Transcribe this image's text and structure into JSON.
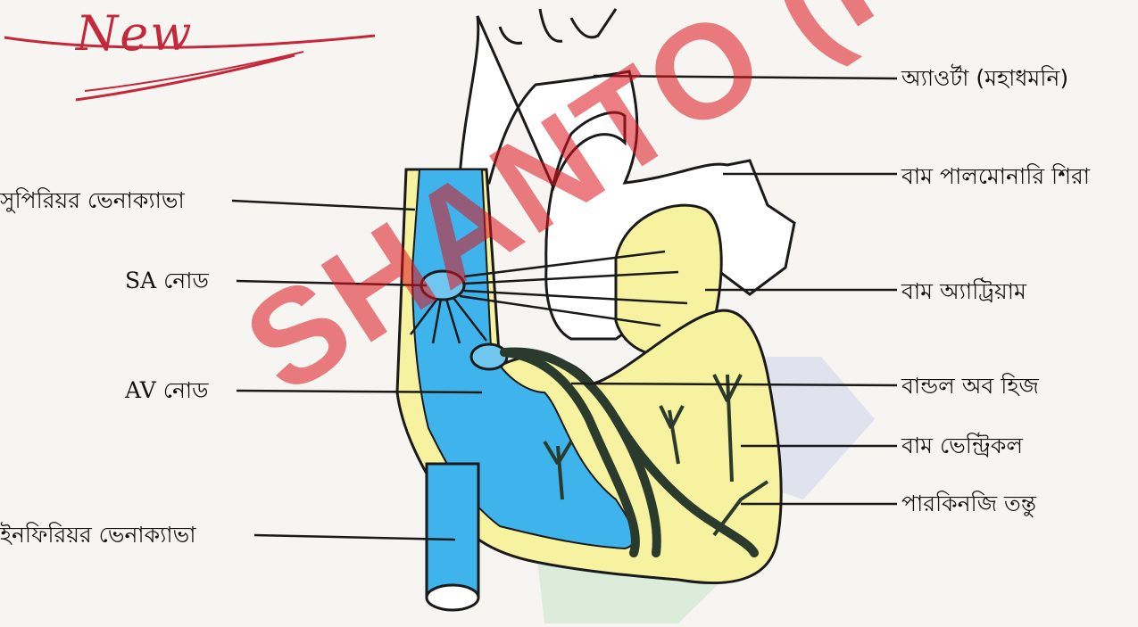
{
  "handwritten_note": "New",
  "watermark": "SHANTO (KMC)",
  "labels": {
    "aorta": "অ্যাওর্টা (মহাধমনি)",
    "left_pulmonary_vein": "বাম পালমোনারি শিরা",
    "superior_vena_cava": "সুপিরিয়র ভেনাক্যাভা",
    "sa_node": "SA নোড",
    "left_atrium": "বাম অ্যাট্রিয়াম",
    "av_node": "AV নোড",
    "bundle_of_his": "বান্ডল অব হিজ",
    "left_ventricle": "বাম ভেন্ট্রিকল",
    "purkinje_fibres": "পারকিনজি তন্তু",
    "inferior_vena_cava": "ইনফিরিয়র ভেনাক্যাভা"
  },
  "colors": {
    "right_chamber": "#3fb4ec",
    "wall_yellow": "#f6f2a0",
    "conduction": "#2a3a2c",
    "watermark_red": "#dc141e",
    "note_red": "#c4283a"
  }
}
